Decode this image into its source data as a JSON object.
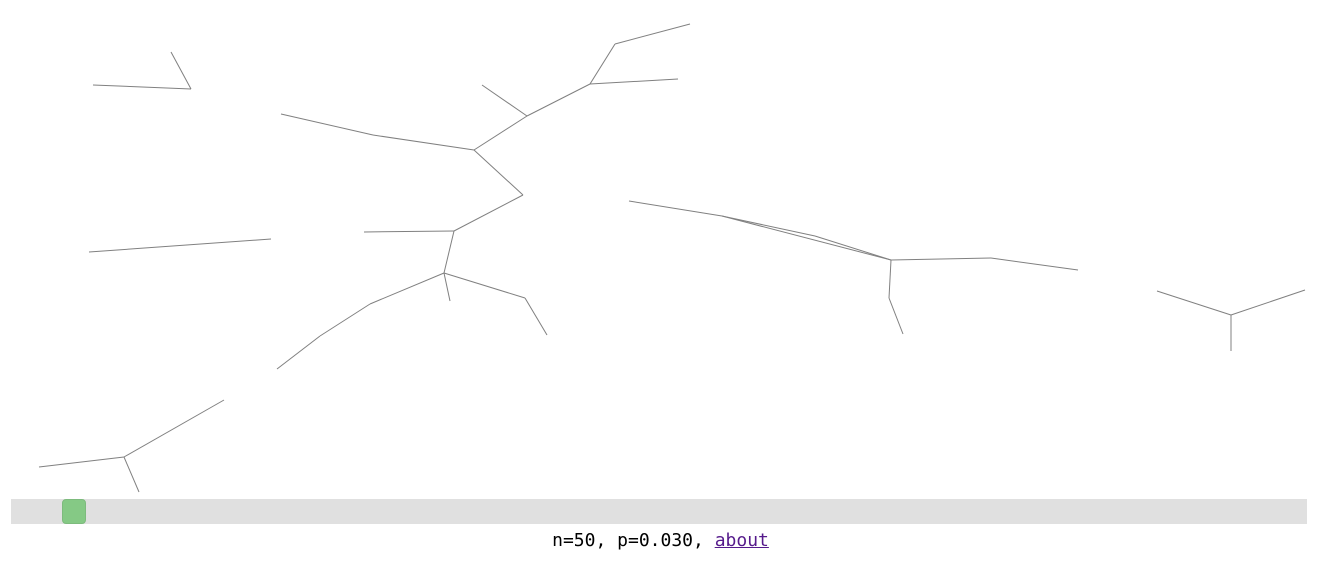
{
  "graph": {
    "n": 50,
    "p": 0.03,
    "edge_color": "#808080"
  },
  "slider": {
    "value_fraction": 0.04,
    "thumb_color": "#85c985",
    "track_color": "#e0e0e0"
  },
  "caption": {
    "stats_text": "n=50, p=0.030,",
    "link_text": "about",
    "link_color": "#551a8b"
  }
}
